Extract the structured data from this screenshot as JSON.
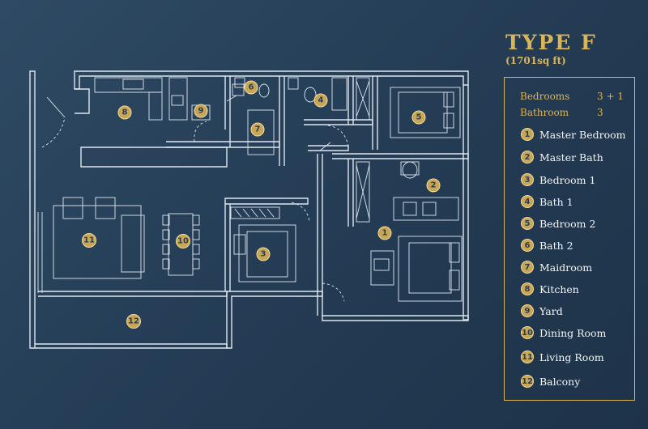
{
  "header": {
    "title": "TYPE F",
    "area": "(1701sq ft)"
  },
  "summary": [
    {
      "label": "Bedrooms",
      "value": "3 + 1"
    },
    {
      "label": "Bathroom",
      "value": "3"
    }
  ],
  "legend": [
    {
      "num": "1",
      "label": "Master Bedroom"
    },
    {
      "num": "2",
      "label": "Master Bath"
    },
    {
      "num": "3",
      "label": "Bedroom 1"
    },
    {
      "num": "4",
      "label": "Bath 1"
    },
    {
      "num": "5",
      "label": "Bedroom 2"
    },
    {
      "num": "6",
      "label": "Bath 2"
    },
    {
      "num": "7",
      "label": "Maidroom"
    },
    {
      "num": "8",
      "label": "Kitchen"
    },
    {
      "num": "9",
      "label": "Yard"
    },
    {
      "num": "10",
      "label": "Dining Room"
    },
    {
      "num": "11",
      "label": "Living Room"
    },
    {
      "num": "12",
      "label": "Balcony"
    }
  ],
  "colors": {
    "accent": "#d9b45a",
    "background": "#263e56",
    "lines": "#dfe7ee"
  }
}
